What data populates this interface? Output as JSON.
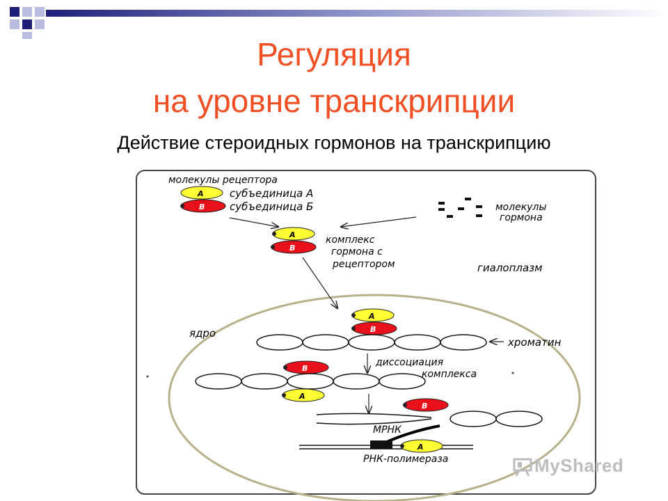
{
  "slide": {
    "title_line1": "Регуляция",
    "title_line2": "на уровне транскрипции",
    "subtitle": "Действие  стероидных гормонов  на  транскрипцию"
  },
  "diagram": {
    "label_receptor_molecules": "молекулы рецептора",
    "label_subunit_a": "субъединица А",
    "label_subunit_b": "субъединица Б",
    "label_hormone_molecules_1": "молекулы",
    "label_hormone_molecules_2": "гормона",
    "label_complex_1": "комплекс",
    "label_complex_2": "гормона с",
    "label_complex_3": "рецептором",
    "label_hyaloplasm": "гиалоплазм",
    "label_nucleus": "ядро",
    "label_chromatin": "хроматин",
    "label_dissociation_1": "диссоциация",
    "label_dissociation_2": "комплекса",
    "label_mrna": "МРНК",
    "label_polymerase": "РНК-полимераза",
    "subunit_a_letter": "А",
    "subunit_b_letter": "В"
  },
  "watermark": {
    "text": "MyShared"
  },
  "colors": {
    "title": "#f04e23",
    "subunit_a": "#ffff33",
    "subunit_b": "#e8101a",
    "corner_dark": "#1f1f7a",
    "corner_light": "#b8bde0"
  },
  "icons": {
    "watermark": "presentation-board-icon"
  }
}
